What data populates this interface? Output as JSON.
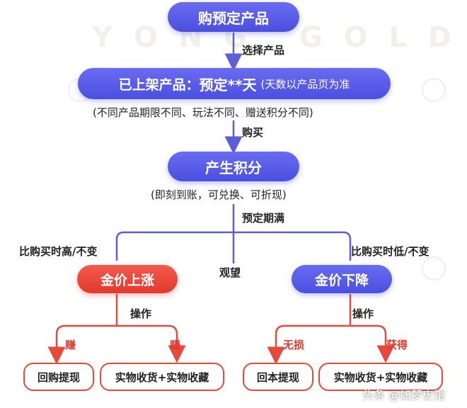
{
  "nodes": {
    "buy_product": "购预定产品",
    "listed_prefix": "已上架产品：",
    "listed_bold": "预定**天",
    "listed_note": "(天数以产品页为准",
    "listed_sub": "(不同产品期限不同、玩法不同、赠送积分不同)",
    "points": "产生积分",
    "points_sub": "(即刻到账，可兑换、可折现)",
    "gold_up": "金价上涨",
    "gold_down": "金价下降",
    "redeem_left": "回购提现",
    "physical_left": "实物收货+实物收藏",
    "principal_right": "回本提现",
    "physical_right": "实物收货+实物收藏"
  },
  "edges": {
    "select_product": "选择产品",
    "purchase": "购买",
    "expire": "预定期满",
    "higher": "比购买时高/不变",
    "watch": "观望",
    "lower": "比购买时低/不变",
    "operate_left": "操作",
    "operate_right": "操作",
    "earn_a": "赚",
    "earn_b": "赚",
    "no_loss": "无损",
    "gain": "获得"
  },
  "footer": {
    "source": "头条 @如梦史馆"
  },
  "colors": {
    "blue": "#4a4fe0",
    "red": "#e2392c",
    "connector_blue": "#5c5fd6",
    "connector_red": "#e54a3c"
  }
}
